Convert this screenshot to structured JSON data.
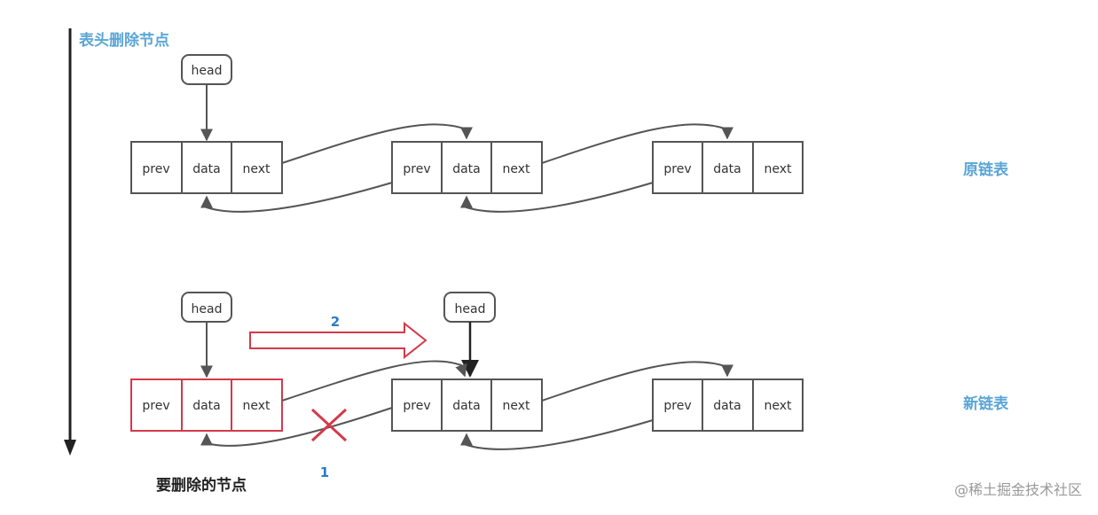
{
  "title": "表头删除节点",
  "colors": {
    "accent_blue": "#5aa5d6",
    "step_blue": "#2b7bc4",
    "highlight_red": "#d33a4a",
    "line": "#555555"
  },
  "labels": {
    "original_list": "原链表",
    "new_list": "新链表",
    "node_to_delete": "要删除的节点",
    "step_1": "1",
    "step_2": "2",
    "watermark": "@稀土掘金技术社区"
  },
  "head_label": "head",
  "fields": {
    "prev": "prev",
    "data": "data",
    "next": "next"
  }
}
